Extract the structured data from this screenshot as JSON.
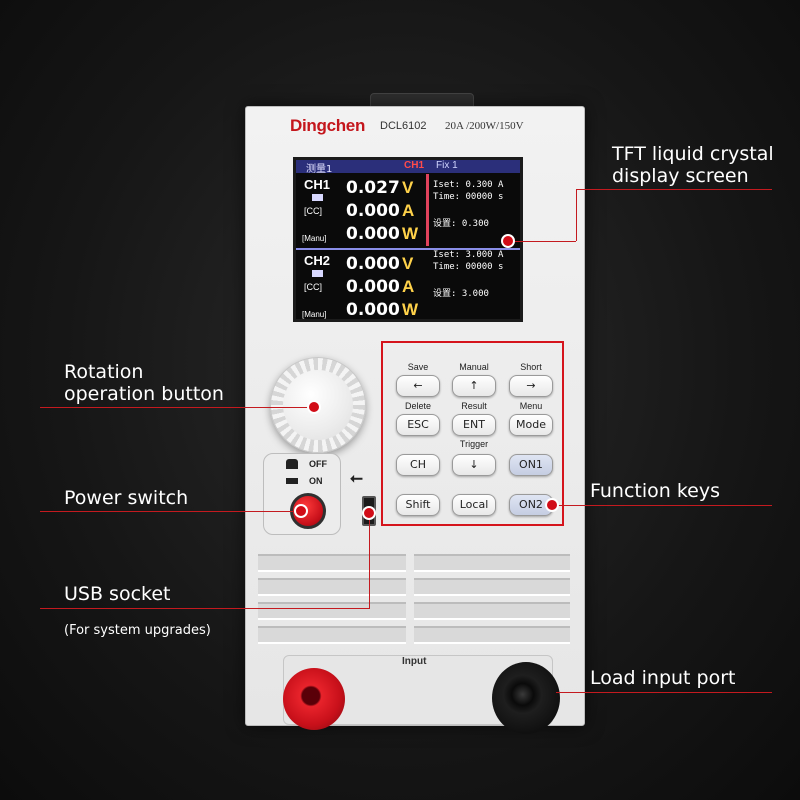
{
  "device": {
    "brand": "Dingchen",
    "model": "DCL6102",
    "spec": "20A /200W/150V",
    "input_label": "Input"
  },
  "screen": {
    "top_left": "测量1",
    "top_center": "CH1",
    "top_right": "Fix 1",
    "ch1": {
      "name": "CH1",
      "mode": "[CC]",
      "state": "[Manu]",
      "voltage": "0.027",
      "voltage_unit": "V",
      "current": "0.000",
      "current_unit": "A",
      "power": "0.000",
      "power_unit": "W",
      "iset": "Iset: 0.300 A",
      "time": "Time: 00000 s",
      "setting": "设置: 0.300"
    },
    "ch2": {
      "name": "CH2",
      "mode": "[CC]",
      "state": "[Manu]",
      "voltage": "0.000",
      "voltage_unit": "V",
      "current": "0.000",
      "current_unit": "A",
      "power": "0.000",
      "power_unit": "W",
      "iset": "Iset: 3.000 A",
      "time": "Time: 00000 s",
      "setting": "设置: 3.000"
    }
  },
  "power": {
    "off_label": "OFF",
    "on_label": "ON"
  },
  "usb_symbol": "⭠",
  "keypad": {
    "labels": {
      "save": "Save",
      "manual": "Manual",
      "short": "Short",
      "delete": "Delete",
      "result": "Result",
      "menu": "Menu",
      "trigger": "Trigger"
    },
    "keys": {
      "left": "←",
      "up": "↑",
      "right": "→",
      "esc": "ESC",
      "ent": "ENT",
      "mode": "Mode",
      "ch": "CH",
      "down": "↓",
      "on1": "ON1",
      "shift": "Shift",
      "local": "Local",
      "on2": "ON2"
    }
  },
  "annotations": {
    "tft_line1": "TFT liquid crystal",
    "tft_line2": "display screen",
    "rotation_line1": "Rotation",
    "rotation_line2": "operation button",
    "power_switch": "Power switch",
    "function_keys": "Function keys",
    "usb_socket": "USB socket",
    "usb_note": "(For system upgrades)",
    "load_input": "Load input port"
  },
  "colors": {
    "annotation_red": "#c41a1f",
    "brand_red": "#c4161c",
    "screen_unit_yellow": "#ffd24a"
  }
}
